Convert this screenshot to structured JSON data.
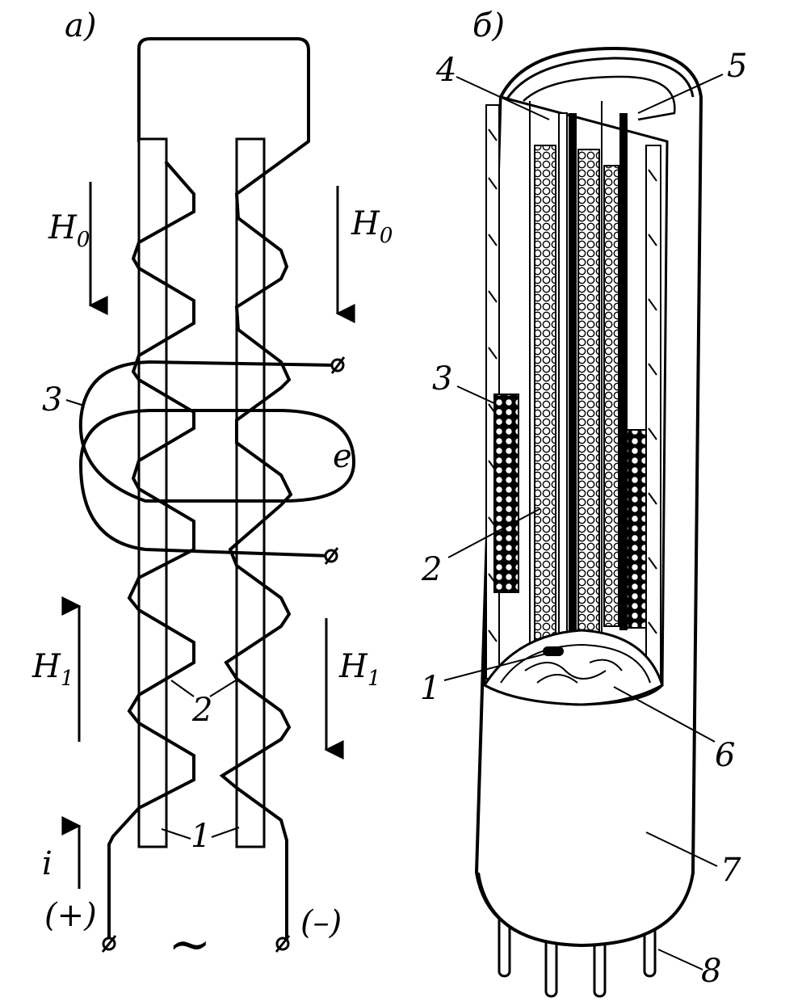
{
  "panel_a": {
    "title": "а)",
    "label_H0_left": "H",
    "label_H0_left_sub": "0",
    "label_H0_right": "H",
    "label_H0_right_sub": "0",
    "label_H1_left": "H",
    "label_H1_left_sub": "1",
    "label_H1_right": "H",
    "label_H1_right_sub": "1",
    "label_e": "e",
    "label_i": "i",
    "label_plus": "(+)",
    "label_minus": "(–)",
    "label_ac": "~",
    "callout_1": "1",
    "callout_2": "2",
    "callout_3": "3"
  },
  "panel_b": {
    "title": "б)",
    "callout_1": "1",
    "callout_2": "2",
    "callout_3": "3",
    "callout_4": "4",
    "callout_5": "5",
    "callout_6": "6",
    "callout_7": "7",
    "callout_8": "8"
  }
}
